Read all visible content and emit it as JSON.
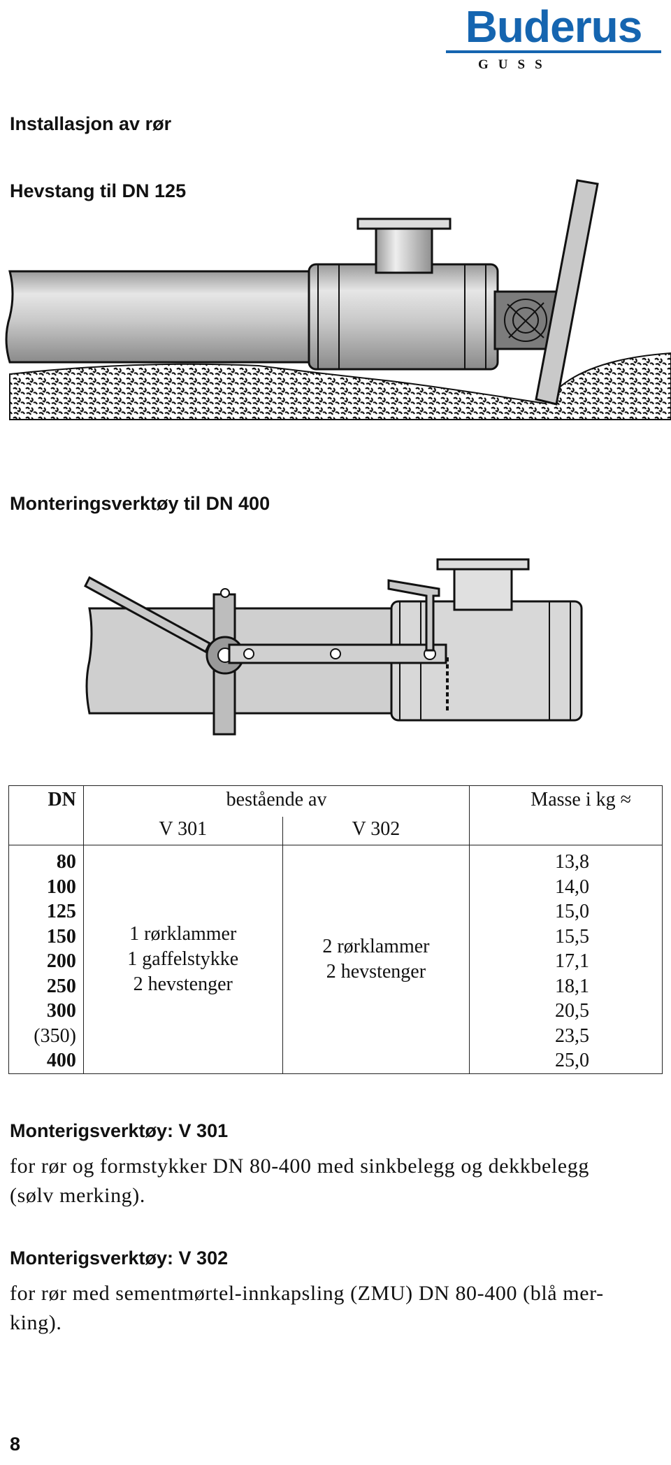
{
  "brand": {
    "name": "Buderus",
    "sub": "GUSS",
    "color": "#1565b0"
  },
  "headings": {
    "installation": "Installasjon av rør",
    "lever": "Hevstang til DN 125",
    "tool": "Monteringsverktøy til DN 400"
  },
  "table": {
    "col_dn": "DN",
    "col_consist": "bestående av",
    "col_v301": "V 301",
    "col_v302": "V 302",
    "col_mass": "Masse i kg ≈",
    "dn_values": [
      "80",
      "100",
      "125",
      "150",
      "200",
      "250",
      "300",
      "(350)",
      "400"
    ],
    "v301_items": [
      "1 rørklammer",
      "1 gaffelstykke",
      "2 hevstenger"
    ],
    "v302_items": [
      "2 rørklammer",
      "2 hevstenger"
    ],
    "mass_values": [
      "13,8",
      "14,0",
      "15,0",
      "15,5",
      "17,1",
      "18,1",
      "20,5",
      "23,5",
      "25,0"
    ]
  },
  "sections": [
    {
      "title": "Monterigsverktøy: V 301",
      "text_line1": "for rør og formstykker DN 80-400 med sinkbelegg og dekkbelegg",
      "text_line2": "(sølv merking)."
    },
    {
      "title": "Monterigsverktøy: V 302",
      "text_line1": "for rør med sementmørtel-innkapsling (ZMU) DN 80-400 (blå mer-",
      "text_line2": "king)."
    }
  ],
  "page_number": "8"
}
